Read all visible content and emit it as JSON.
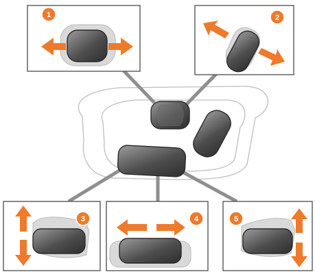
{
  "colors": {
    "accent": "#ee7a2b",
    "seat_dark": "#3a3a3a",
    "seat_light": "#9a9a9a",
    "connector": "#8f8f8f"
  },
  "panels": [
    {
      "id": "panel-1",
      "number": "1",
      "icon": "lumbar-support-control",
      "motion": "left-right"
    },
    {
      "id": "panel-2",
      "number": "2",
      "icon": "seatback-recline-control",
      "motion": "tilt"
    },
    {
      "id": "panel-3",
      "number": "3",
      "icon": "seat-height-control",
      "motion": "up-down"
    },
    {
      "id": "panel-4",
      "number": "4",
      "icon": "seat-fore-aft-control",
      "motion": "forward-backward"
    },
    {
      "id": "panel-5",
      "number": "5",
      "icon": "cushion-tilt-control",
      "motion": "front-up-down"
    }
  ]
}
